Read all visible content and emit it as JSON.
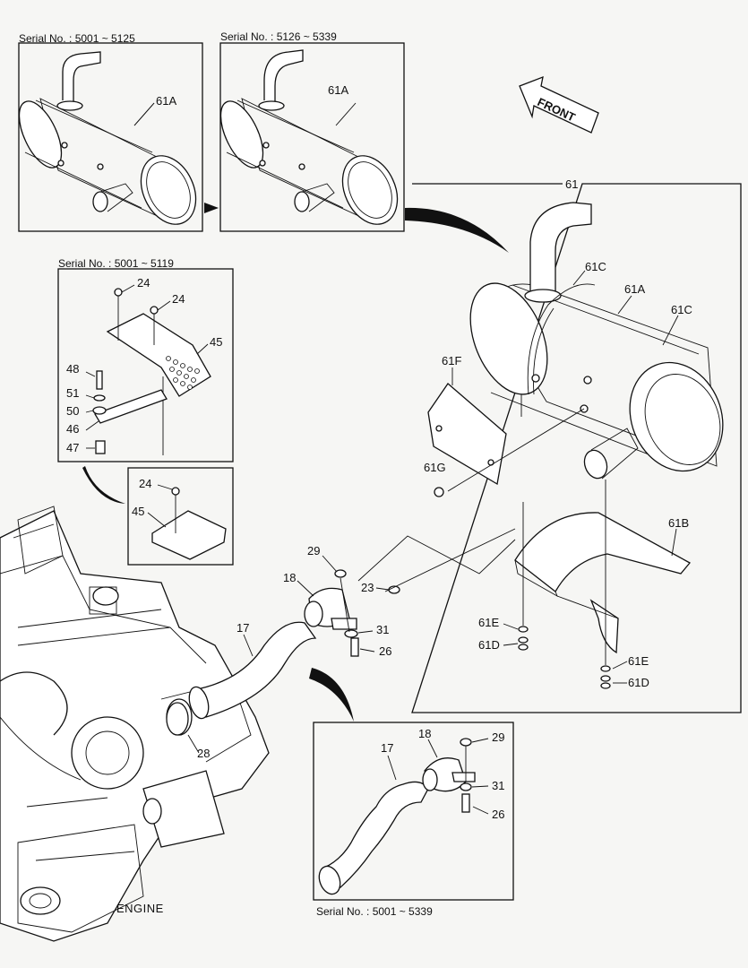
{
  "serials": {
    "top_left": "Serial No. : 5001 ~ 5125",
    "top_mid": "Serial No. : 5126 ~ 5339",
    "bracket": "Serial No. : 5001 ~ 5119",
    "bottom": "Serial No. : 5001 ~ 5339"
  },
  "front_label": "FRONT",
  "engine_label": "ENGINE",
  "parts": {
    "p61A_a": "61A",
    "p61A_b": "61A",
    "p61": "61",
    "p61C_a": "61C",
    "p61A_c": "61A",
    "p61C_b": "61C",
    "p61F": "61F",
    "p61G": "61G",
    "p61B": "61B",
    "p61E_a": "61E",
    "p61D_a": "61D",
    "p61E_b": "61E",
    "p61D_b": "61D",
    "p24_a": "24",
    "p24_b": "24",
    "p45_a": "45",
    "p48": "48",
    "p51": "51",
    "p50": "50",
    "p46": "46",
    "p47": "47",
    "p24_c": "24",
    "p45_b": "45",
    "p29_a": "29",
    "p18_a": "18",
    "p23": "23",
    "p31_a": "31",
    "p26_a": "26",
    "p17_a": "17",
    "p28": "28",
    "p18_b": "18",
    "p29_b": "29",
    "p17_b": "17",
    "p31_b": "31",
    "p26_b": "26"
  },
  "colors": {
    "line": "#111111",
    "fill": "#ffffff",
    "bg": "#f6f6f4"
  }
}
